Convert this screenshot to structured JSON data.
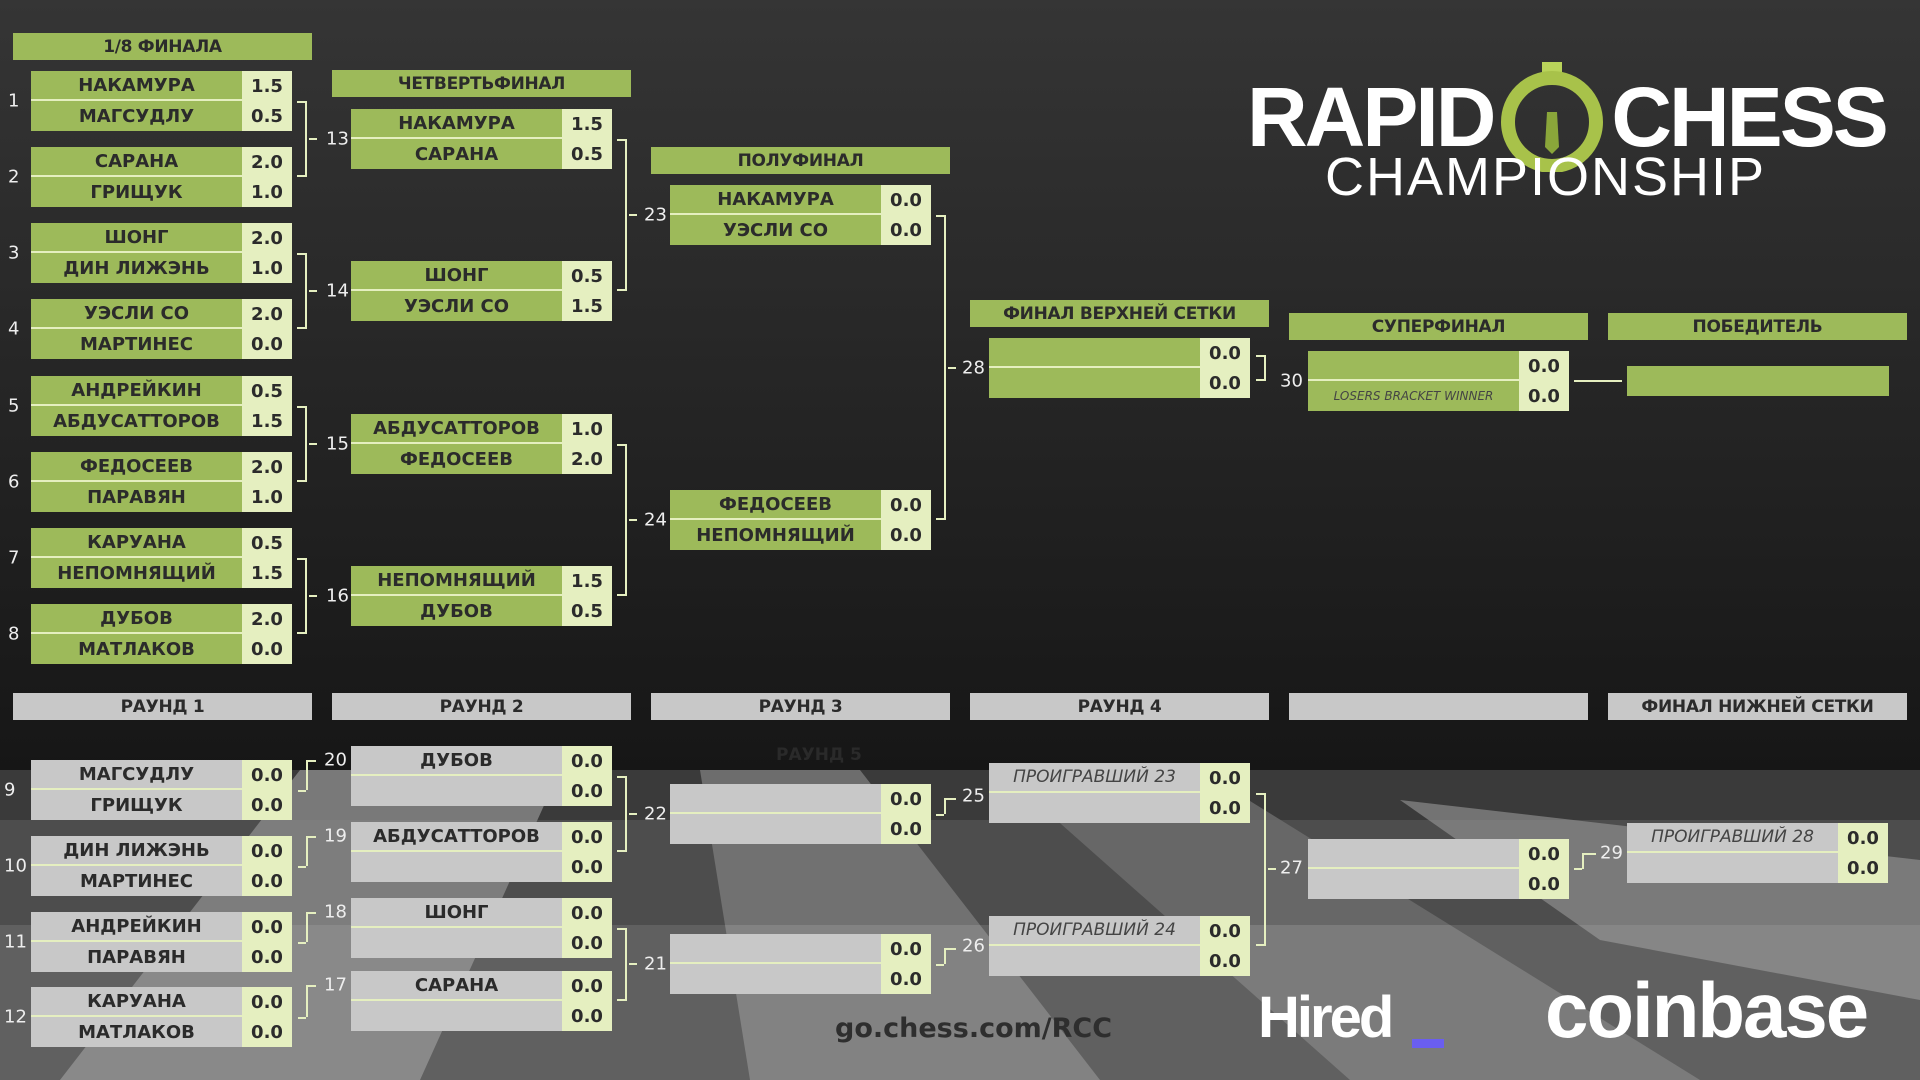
{
  "logo": {
    "line1a": "RAPID",
    "line1b": "CHESS",
    "line2": "CHAMPIONSHIP"
  },
  "upper": {
    "headers": [
      "1/8 ФИНАЛА",
      "ЧЕТВЕРТЬФИНАЛ",
      "ПОЛУФИНАЛ",
      "ФИНАЛ ВЕРХНЕЙ СЕТКИ",
      "СУПЕРФИНАЛ",
      "ПОБЕДИТЕЛЬ"
    ],
    "r1": [
      {
        "id": "1",
        "p": [
          {
            "n": "НАКАМУРА",
            "s": "1.5"
          },
          {
            "n": "МАГСУДЛУ",
            "s": "0.5"
          }
        ]
      },
      {
        "id": "2",
        "p": [
          {
            "n": "САРАНА",
            "s": "2.0"
          },
          {
            "n": "ГРИЩУК",
            "s": "1.0"
          }
        ]
      },
      {
        "id": "3",
        "p": [
          {
            "n": "ШОНГ",
            "s": "2.0"
          },
          {
            "n": "ДИН ЛИЖЭНЬ",
            "s": "1.0"
          }
        ]
      },
      {
        "id": "4",
        "p": [
          {
            "n": "УЭСЛИ СО",
            "s": "2.0"
          },
          {
            "n": "МАРТИНЕС",
            "s": "0.0"
          }
        ]
      },
      {
        "id": "5",
        "p": [
          {
            "n": "АНДРЕЙКИН",
            "s": "0.5"
          },
          {
            "n": "АБДУСАТТОРОВ",
            "s": "1.5"
          }
        ]
      },
      {
        "id": "6",
        "p": [
          {
            "n": "ФЕДОСЕЕВ",
            "s": "2.0"
          },
          {
            "n": "ПАРАВЯН",
            "s": "1.0"
          }
        ]
      },
      {
        "id": "7",
        "p": [
          {
            "n": "КАРУАНА",
            "s": "0.5"
          },
          {
            "n": "НЕПОМНЯЩИЙ",
            "s": "1.5"
          }
        ]
      },
      {
        "id": "8",
        "p": [
          {
            "n": "ДУБОВ",
            "s": "2.0"
          },
          {
            "n": "МАТЛАКОВ",
            "s": "0.0"
          }
        ]
      }
    ],
    "qf": [
      {
        "id": "13",
        "p": [
          {
            "n": "НАКАМУРА",
            "s": "1.5"
          },
          {
            "n": "САРАНА",
            "s": "0.5"
          }
        ]
      },
      {
        "id": "14",
        "p": [
          {
            "n": "ШОНГ",
            "s": "0.5"
          },
          {
            "n": "УЭСЛИ СО",
            "s": "1.5"
          }
        ]
      },
      {
        "id": "15",
        "p": [
          {
            "n": "АБДУСАТТОРОВ",
            "s": "1.0"
          },
          {
            "n": "ФЕДОСЕЕВ",
            "s": "2.0"
          }
        ]
      },
      {
        "id": "16",
        "p": [
          {
            "n": "НЕПОМНЯЩИЙ",
            "s": "1.5"
          },
          {
            "n": "ДУБОВ",
            "s": "0.5"
          }
        ]
      }
    ],
    "sf": [
      {
        "id": "23",
        "p": [
          {
            "n": "НАКАМУРА",
            "s": "0.0"
          },
          {
            "n": "УЭСЛИ СО",
            "s": "0.0"
          }
        ]
      },
      {
        "id": "24",
        "p": [
          {
            "n": "ФЕДОСЕЕВ",
            "s": "0.0"
          },
          {
            "n": "НЕПОМНЯЩИЙ",
            "s": "0.0"
          }
        ]
      }
    ],
    "final": [
      {
        "id": "28",
        "p": [
          {
            "n": "",
            "s": "0.0"
          },
          {
            "n": "",
            "s": "0.0"
          }
        ]
      }
    ],
    "superfinal": [
      {
        "id": "30",
        "p": [
          {
            "n": "",
            "s": "0.0"
          },
          {
            "n": "LOSERS BRACKET WINNER",
            "s": "0.0"
          }
        ]
      }
    ],
    "winner": ""
  },
  "lower": {
    "headers": [
      "РАУНД  1",
      "РАУНД 2",
      "РАУНД 3",
      "РАУНД 4",
      "",
      "ФИНАЛ НИЖНЕЙ СЕТКИ"
    ],
    "round5_label": "РАУНД 5",
    "r1": [
      {
        "id": "9",
        "p": [
          {
            "n": "МАГСУДЛУ",
            "s": "0.0"
          },
          {
            "n": "ГРИЩУК",
            "s": "0.0"
          }
        ]
      },
      {
        "id": "10",
        "p": [
          {
            "n": "ДИН ЛИЖЭНЬ",
            "s": "0.0"
          },
          {
            "n": "МАРТИНЕС",
            "s": "0.0"
          }
        ]
      },
      {
        "id": "11",
        "p": [
          {
            "n": "АНДРЕЙКИН",
            "s": "0.0"
          },
          {
            "n": "ПАРАВЯН",
            "s": "0.0"
          }
        ]
      },
      {
        "id": "12",
        "p": [
          {
            "n": "КАРУАНА",
            "s": "0.0"
          },
          {
            "n": "МАТЛАКОВ",
            "s": "0.0"
          }
        ]
      }
    ],
    "r2": [
      {
        "id": "20",
        "p": [
          {
            "n": "ДУБОВ",
            "s": "0.0"
          },
          {
            "n": "",
            "s": "0.0"
          }
        ]
      },
      {
        "id": "19",
        "p": [
          {
            "n": "АБДУСАТТОРОВ",
            "s": "0.0"
          },
          {
            "n": "",
            "s": "0.0"
          }
        ]
      },
      {
        "id": "18",
        "p": [
          {
            "n": "ШОНГ",
            "s": "0.0"
          },
          {
            "n": "",
            "s": "0.0"
          }
        ]
      },
      {
        "id": "17",
        "p": [
          {
            "n": "САРАНА",
            "s": "0.0"
          },
          {
            "n": "",
            "s": "0.0"
          }
        ]
      }
    ],
    "r3": [
      {
        "id": "22",
        "p": [
          {
            "n": "",
            "s": "0.0"
          },
          {
            "n": "",
            "s": "0.0"
          }
        ]
      },
      {
        "id": "21",
        "p": [
          {
            "n": "",
            "s": "0.0"
          },
          {
            "n": "",
            "s": "0.0"
          }
        ]
      }
    ],
    "r4": [
      {
        "id": "25",
        "p": [
          {
            "n": "ПРОИГРАВШИЙ 23",
            "s": "0.0"
          },
          {
            "n": "",
            "s": "0.0"
          }
        ]
      },
      {
        "id": "26",
        "p": [
          {
            "n": "ПРОИГРАВШИЙ 24",
            "s": "0.0"
          },
          {
            "n": "",
            "s": "0.0"
          }
        ]
      }
    ],
    "r5": [
      {
        "id": "27",
        "p": [
          {
            "n": "",
            "s": "0.0"
          },
          {
            "n": "",
            "s": "0.0"
          }
        ]
      }
    ],
    "final": [
      {
        "id": "29",
        "p": [
          {
            "n": "ПРОИГРАВШИЙ  28",
            "s": "0.0"
          },
          {
            "n": "",
            "s": "0.0"
          }
        ]
      }
    ]
  },
  "footer": {
    "url": "go.chess.com/RCC",
    "sponsor1": "Hired",
    "sponsor2": "coinbase"
  },
  "colors": {
    "green": "#9dba5a",
    "score": "#e5efc0",
    "gray": "#c8c8c8",
    "hired_accent": "#6a5ef0"
  }
}
